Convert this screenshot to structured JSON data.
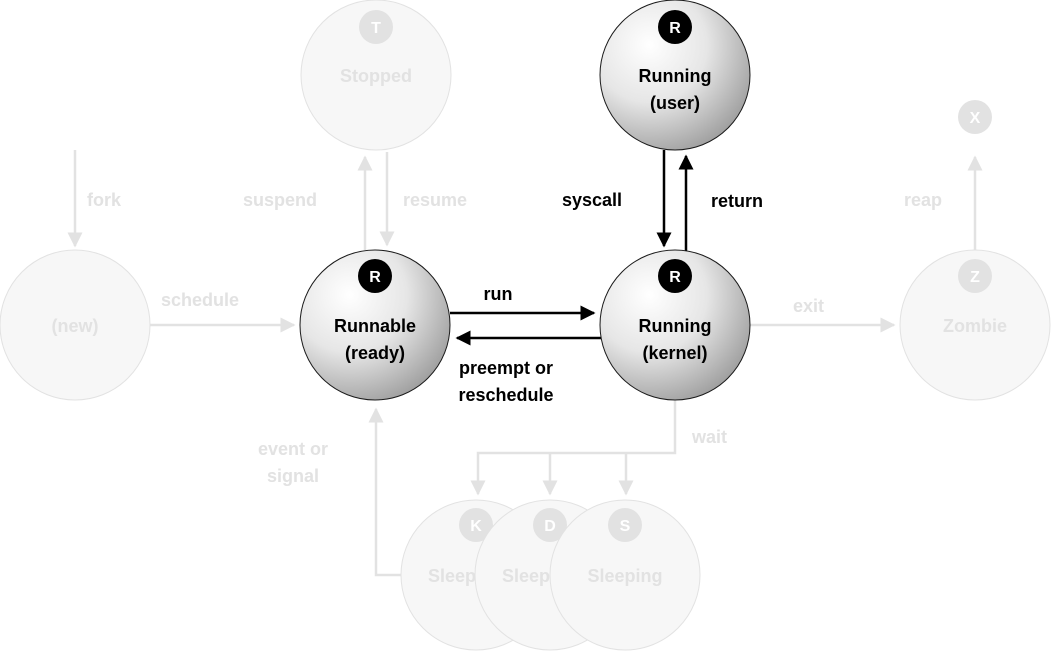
{
  "states": {
    "stopped": {
      "badge": "T",
      "line1": "Stopped",
      "line2": ""
    },
    "running_user": {
      "badge": "R",
      "line1": "Running",
      "line2": "(user)"
    },
    "dead": {
      "badge": "X",
      "line1": "",
      "line2": ""
    },
    "new": {
      "badge": "",
      "line1": "(new)",
      "line2": ""
    },
    "runnable": {
      "badge": "R",
      "line1": "Runnable",
      "line2": "(ready)"
    },
    "running_kernel": {
      "badge": "R",
      "line1": "Running",
      "line2": "(kernel)"
    },
    "zombie": {
      "badge": "Z",
      "line1": "Zombie",
      "line2": ""
    },
    "sleep_k": {
      "badge": "K",
      "line1": "Sleep",
      "line2": ""
    },
    "sleep_d": {
      "badge": "D",
      "line1": "Sleep",
      "line2": ""
    },
    "sleeping": {
      "badge": "S",
      "line1": "Sleeping",
      "line2": ""
    }
  },
  "edges": {
    "fork": "fork",
    "schedule": "schedule",
    "suspend": "suspend",
    "resume": "resume",
    "syscall": "syscall",
    "return": "return",
    "reap": "reap",
    "run": "run",
    "preempt_line1": "preempt or",
    "preempt_line2": "reschedule",
    "exit": "exit",
    "wait": "wait",
    "event_line1": "event or",
    "event_line2": "signal"
  },
  "colors": {
    "active": "#000000",
    "faded": "#e2e2e2",
    "background": "#ffffff"
  }
}
